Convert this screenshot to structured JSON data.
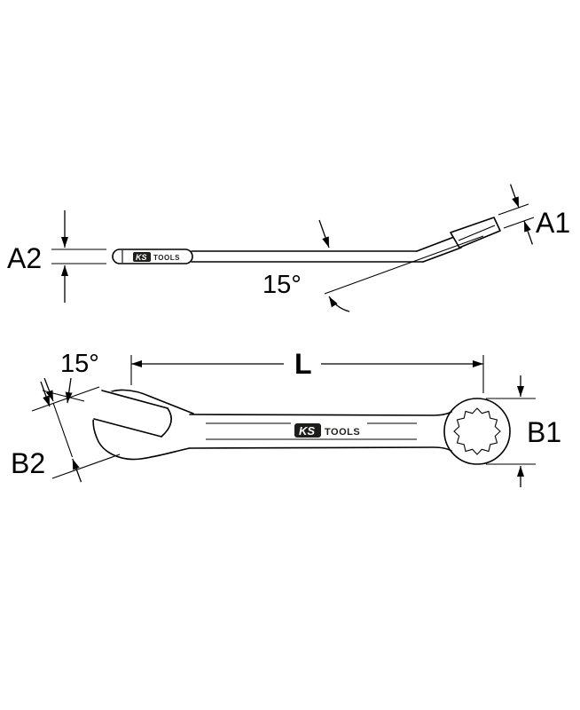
{
  "figure": {
    "side_view": {
      "a1": "A1",
      "a2": "A2",
      "angle_label": "15°"
    },
    "plan_view": {
      "b1": "B1",
      "b2": "B2",
      "length_label": "L",
      "angle_label": "15°"
    },
    "brand": {
      "ks": "KS",
      "tools": "TOOLS"
    },
    "colors": {
      "line": "#000000",
      "background": "#ffffff",
      "logo_bg": "#1d1d1b",
      "logo_text": "#ffffff"
    }
  }
}
